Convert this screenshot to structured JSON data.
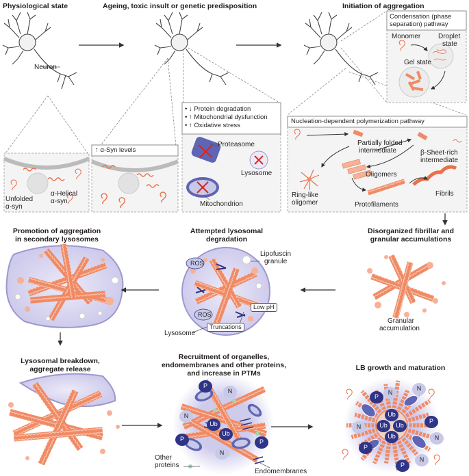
{
  "colors": {
    "aggregate": "#f08a64",
    "aggregate_dark": "#d9603a",
    "lysosome_fill": "#dcd9f0",
    "lysosome_edge": "#8a87c7",
    "ptm_dark": "#2e3487",
    "ptm_light": "#c8c9e8",
    "proteasome": "#5f65b4",
    "cross": "#d7261e",
    "line": "#333333",
    "dashed": "#888888"
  },
  "panel_titles": {
    "physiological": "Physiological state",
    "ageing": "Ageing, toxic insult or genetic predisposition",
    "initiation": "Initiation of aggregation",
    "secondary_line1": "Promotion of aggregation",
    "secondary_line2": "in secondary lysosomes",
    "attempted_line1": "Attempted lysosomal",
    "attempted_line2": "degradation",
    "disorganized_line1": "Disorganized fibrillar and",
    "disorganized_line2": "granular accumulations",
    "breakdown_line1": "Lysosomal breakdown,",
    "breakdown_line2": "aggregate release",
    "recruitment_line1": "Recruitment of organelles,",
    "recruitment_line2": "endomembranes and other proteins,",
    "recruitment_line3": "and increase in PTMs",
    "lb_growth": "LB growth and maturation"
  },
  "labels": {
    "neuron": "Neuron",
    "unfolded_1": "Unfolded",
    "unfolded_2": "α-syn",
    "helical_1": "α-Helical",
    "helical_2": "α-syn",
    "syn_levels": "↑ α-Syn levels",
    "stress_items": [
      "↓ Protein degradation",
      "↑ Mitochondrial dysfunction",
      "↑ Oxidative stress"
    ],
    "proteasome": "Proteasome",
    "lysosome": "Lysosome",
    "mitochondrion": "Mitochondrion",
    "condensation_1": "Condensation (phase",
    "condensation_2": "separation) pathway",
    "monomer": "Monomer",
    "droplet_1": "Droplet",
    "droplet_2": "state",
    "gel_state": "Gel state",
    "nucleation": "Nucleation-dependent polymerization pathway",
    "partially_1": "Partially folded",
    "partially_2": "intermediate",
    "beta_1": "β-Sheet-rich",
    "beta_2": "intermediate",
    "oligomers": "Oligomers",
    "ring_1": "Ring-like",
    "ring_2": "oligomer",
    "protofilaments": "Protofilaments",
    "fibrils": "Fibrils",
    "ros": "ROS",
    "lipofuscin_1": "Lipofuscin",
    "lipofuscin_2": "granule",
    "low_ph": "Low pH",
    "truncations": "Truncations",
    "lysosome_label": "Lysosome",
    "granular_1": "Granular",
    "granular_2": "accumulation",
    "other_proteins_1": "Other",
    "other_proteins_2": "proteins",
    "endomembranes": "Endomembranes",
    "ptm_p": "P",
    "ptm_n": "N",
    "ptm_ub": "Ub"
  }
}
